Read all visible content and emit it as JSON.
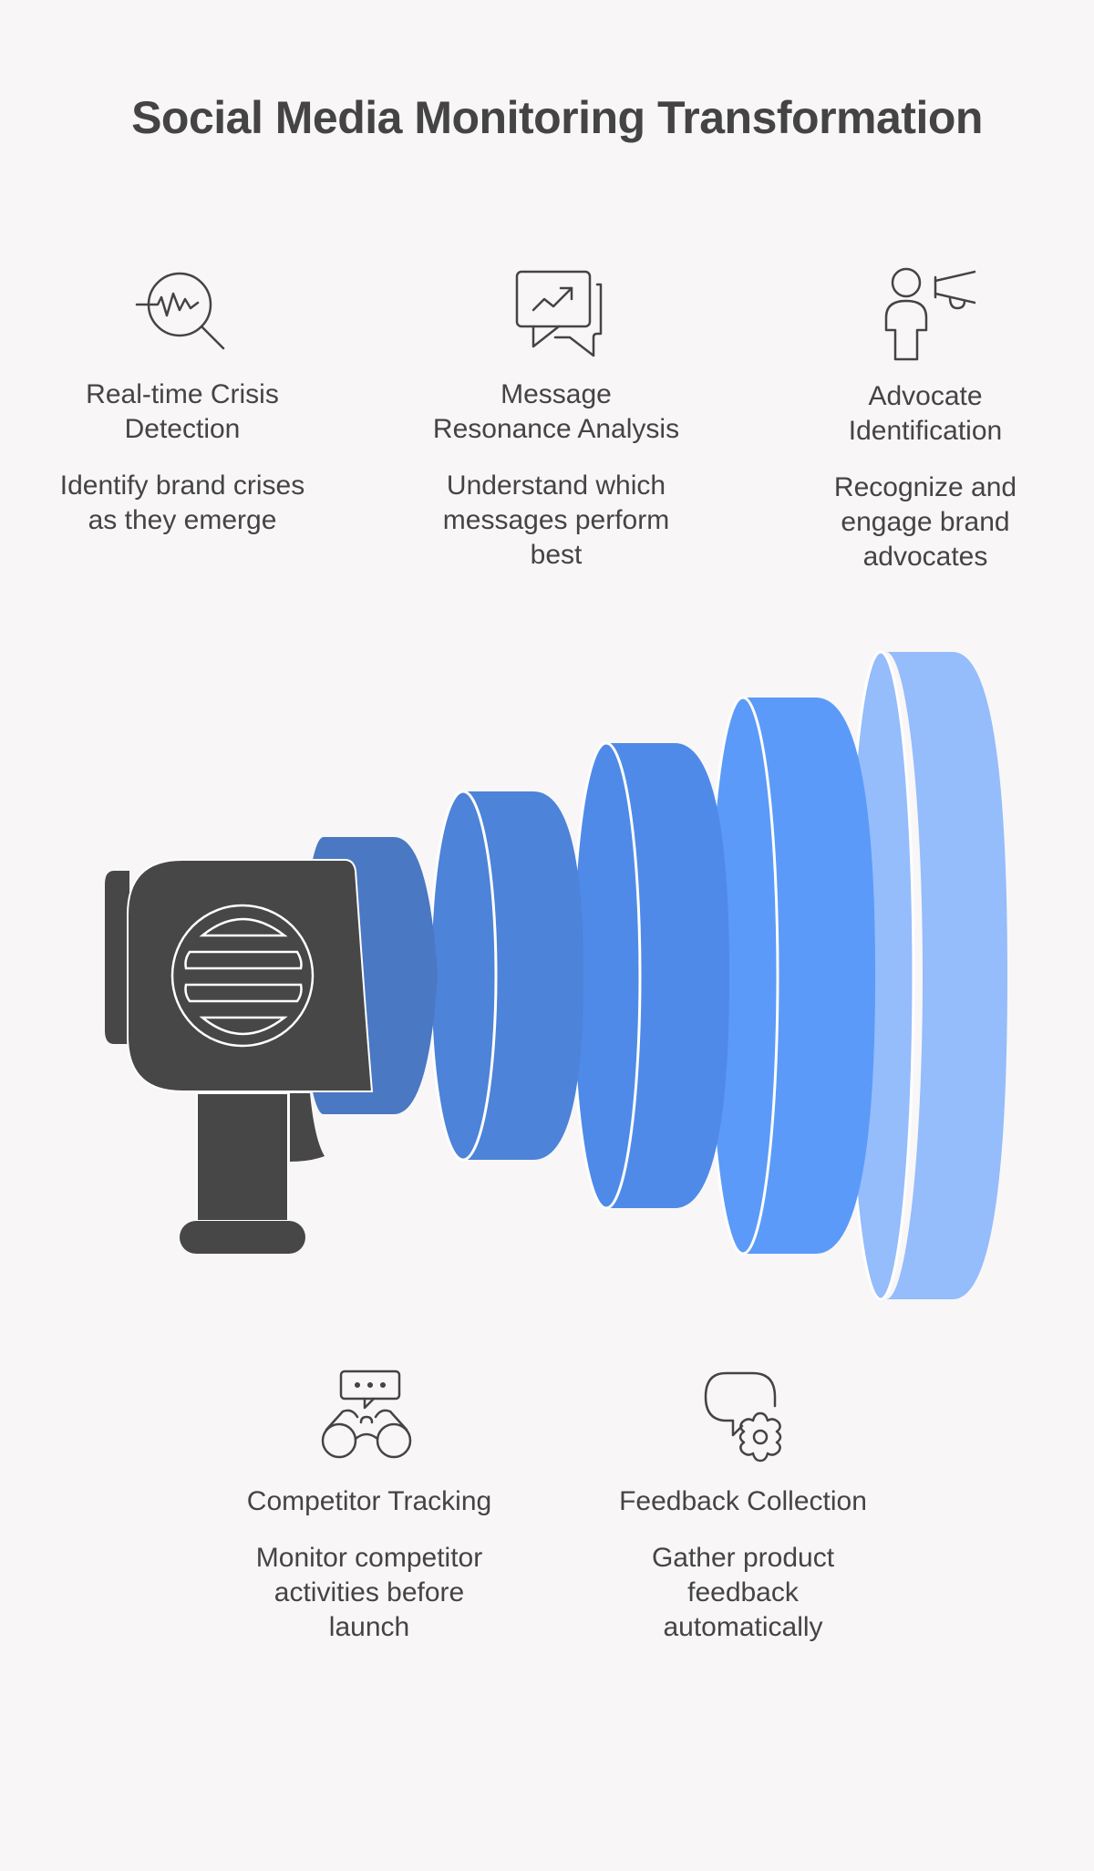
{
  "title": "Social Media Monitoring Transformation",
  "top_items": [
    {
      "icon": "crisis-search-icon",
      "label": "Real-time Crisis\nDetection",
      "description": "Identify brand crises\nas they emerge"
    },
    {
      "icon": "chat-trend-icon",
      "label": "Message\nResonance Analysis",
      "description": "Understand which\nmessages perform\nbest"
    },
    {
      "icon": "person-megaphone-icon",
      "label": "Advocate\nIdentification",
      "description": "Recognize and\nengage brand\nadvocates"
    }
  ],
  "bottom_items": [
    {
      "icon": "binoculars-chat-icon",
      "label": "Competitor Tracking",
      "description": "Monitor competitor\nactivities before\nlaunch"
    },
    {
      "icon": "chat-gear-icon",
      "label": "Feedback Collection",
      "description": "Gather product\nfeedback\nautomatically"
    }
  ],
  "colors": {
    "background": "#f8f6f7",
    "text": "#444444",
    "megaphone_body": "#474747",
    "ring_1": "#4a78c2",
    "ring_2": "#4d83d8",
    "ring_3": "#4f8ae8",
    "ring_4": "#5b9af8",
    "ring_5": "#95bcfb"
  }
}
